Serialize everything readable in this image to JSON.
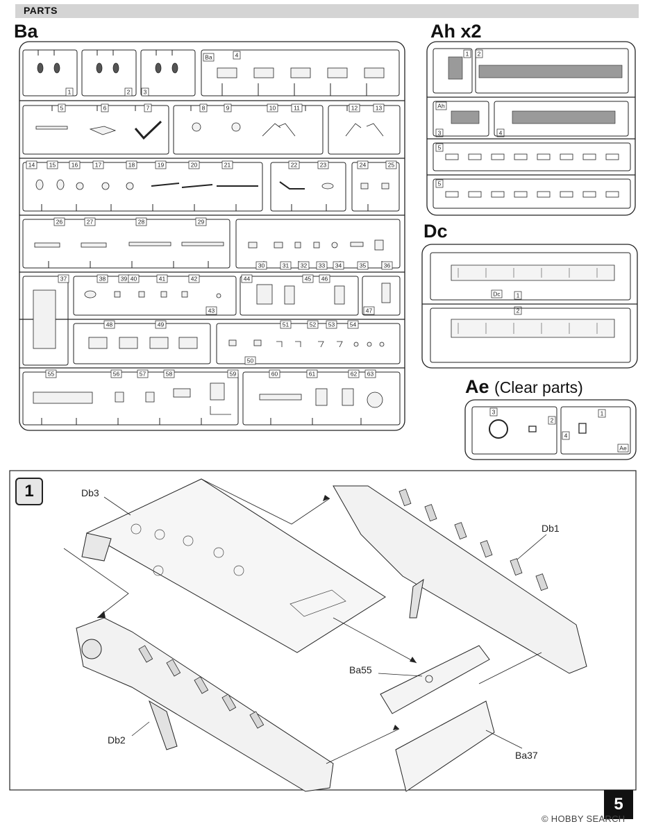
{
  "header": {
    "label": "PARTS"
  },
  "sprues": {
    "ba": {
      "title": "Ba",
      "tag": "Ba",
      "numbers": [
        "1",
        "2",
        "3",
        "4",
        "5",
        "6",
        "7",
        "8",
        "9",
        "10",
        "11",
        "12",
        "13",
        "14",
        "15",
        "16",
        "17",
        "18",
        "19",
        "20",
        "21",
        "22",
        "23",
        "24",
        "25",
        "26",
        "27",
        "28",
        "29",
        "30",
        "31",
        "32",
        "33",
        "34",
        "35",
        "36",
        "37",
        "38",
        "39",
        "40",
        "41",
        "42",
        "43",
        "44",
        "45",
        "46",
        "47",
        "48",
        "49",
        "50",
        "51",
        "52",
        "53",
        "54",
        "55",
        "56",
        "57",
        "58",
        "59",
        "60",
        "61",
        "62",
        "63"
      ]
    },
    "ah": {
      "title": "Ah x2",
      "tag": "Ah",
      "numbers": [
        "1",
        "2",
        "3",
        "4",
        "5",
        "5"
      ]
    },
    "dc": {
      "title": "Dc",
      "tag": "Dc",
      "numbers": [
        "1",
        "2"
      ]
    },
    "ae": {
      "title": "Ae",
      "subtitle": "(Clear parts)",
      "tag": "Ae",
      "numbers": [
        "3",
        "2",
        "1",
        "4"
      ]
    }
  },
  "step": {
    "number": "1",
    "callouts": {
      "db3": "Db3",
      "db1": "Db1",
      "ba55": "Ba55",
      "db2": "Db2",
      "ba37": "Ba37"
    }
  },
  "page": {
    "number": "5"
  },
  "watermark": {
    "text": "© HOBBY SEARCH"
  },
  "colors": {
    "header_bar": "#d4d4d4",
    "ink": "#222222",
    "page_badge": "#111111"
  }
}
